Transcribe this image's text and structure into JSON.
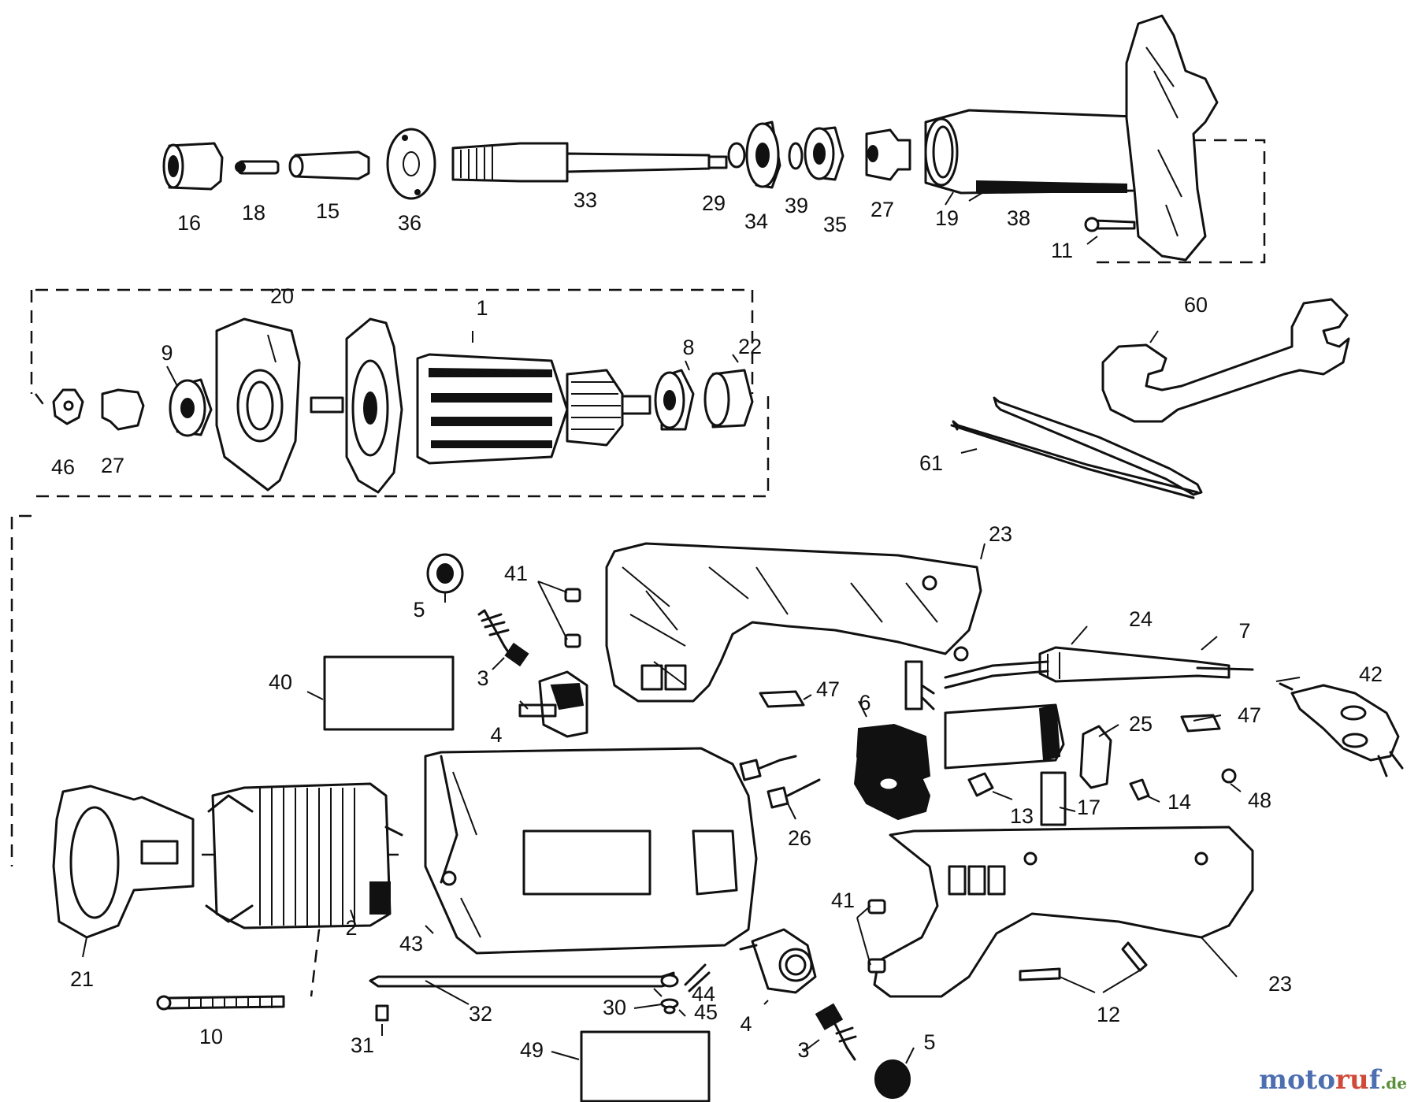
{
  "watermark": {
    "brand_1": "moto",
    "brand_2": "ru",
    "brand_3": "f",
    "suffix": ".de"
  },
  "labels": {
    "p16": "16",
    "p18": "18",
    "p15": "15",
    "p36": "36",
    "p33": "33",
    "p29": "29",
    "p34": "34",
    "p39": "39",
    "p35": "35",
    "p27a": "27",
    "p19": "19",
    "p38": "38",
    "p11": "11",
    "p20": "20",
    "p1": "1",
    "p9": "9",
    "p8": "8",
    "p22": "22",
    "p46": "46",
    "p27b": "27",
    "p60": "60",
    "p61": "61",
    "p23a": "23",
    "p41a": "41",
    "p5a": "5",
    "p24": "24",
    "p7": "7",
    "p42": "42",
    "p3a": "3",
    "p40": "40",
    "p47a": "47",
    "p6": "6",
    "p47b": "47",
    "p25": "25",
    "p4a": "4",
    "p13": "13",
    "p17": "17",
    "p14": "14",
    "p48": "48",
    "p26": "26",
    "p41b": "41",
    "p2": "2",
    "p43": "43",
    "p21": "21",
    "p23b": "23",
    "p12": "12",
    "p32": "32",
    "p44": "44",
    "p30": "30",
    "p45": "45",
    "p4b": "4",
    "p10": "10",
    "p31": "31",
    "p3b": "3",
    "p5b": "5",
    "p49": "49"
  }
}
